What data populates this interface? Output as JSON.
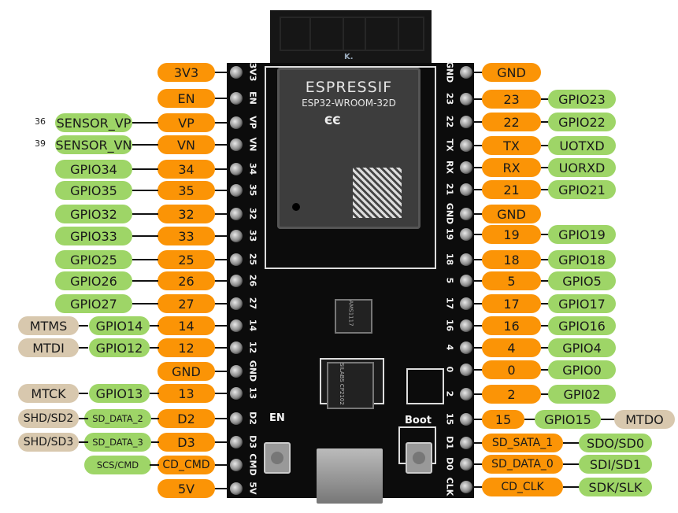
{
  "board": {
    "module_brand": "ESPRESSIF",
    "module_model": "ESP32-WROOM-32D",
    "antenna_mark": "K.",
    "regulator_text": "AMS1117",
    "usb_chip_text": "SILABS CP2102",
    "en_button_label": "EN",
    "boot_button_label": "Boot"
  },
  "left_pins": [
    {
      "silk": "3V3",
      "pin": "3V3",
      "func": null,
      "alt": null,
      "num": null
    },
    {
      "silk": "EN",
      "pin": "EN",
      "func": null,
      "alt": null,
      "num": null
    },
    {
      "silk": "VP",
      "pin": "VP",
      "func": "SENSOR_VP",
      "alt": null,
      "num": "36"
    },
    {
      "silk": "VN",
      "pin": "VN",
      "func": "SENSOR_VN",
      "alt": null,
      "num": "39"
    },
    {
      "silk": "34",
      "pin": "34",
      "func": "GPIO34",
      "alt": null,
      "num": null
    },
    {
      "silk": "35",
      "pin": "35",
      "func": "GPIO35",
      "alt": null,
      "num": null
    },
    {
      "silk": "32",
      "pin": "32",
      "func": "GPIO32",
      "alt": null,
      "num": null
    },
    {
      "silk": "33",
      "pin": "33",
      "func": "GPIO33",
      "alt": null,
      "num": null
    },
    {
      "silk": "25",
      "pin": "25",
      "func": "GPIO25",
      "alt": null,
      "num": null
    },
    {
      "silk": "26",
      "pin": "26",
      "func": "GPIO26",
      "alt": null,
      "num": null
    },
    {
      "silk": "27",
      "pin": "27",
      "func": "GPIO27",
      "alt": null,
      "num": null
    },
    {
      "silk": "14",
      "pin": "14",
      "func": "GPIO14",
      "alt": "MTMS",
      "num": null
    },
    {
      "silk": "12",
      "pin": "12",
      "func": "GPIO12",
      "alt": "MTDI",
      "num": null
    },
    {
      "silk": "GND",
      "pin": "GND",
      "func": null,
      "alt": null,
      "num": null
    },
    {
      "silk": "13",
      "pin": "13",
      "func": "GPIO13",
      "alt": "MTCK",
      "num": null
    },
    {
      "silk": "D2",
      "pin": "D2",
      "func": "SD_DATA_2",
      "alt": "SHD/SD2",
      "num": null
    },
    {
      "silk": "D3",
      "pin": "D3",
      "func": "SD_DATA_3",
      "alt": "SHD/SD3",
      "num": null
    },
    {
      "silk": "CMD",
      "pin": "CD_CMD",
      "func": "SCS/CMD",
      "alt": null,
      "num": null
    },
    {
      "silk": "5V",
      "pin": "5V",
      "func": null,
      "alt": null,
      "num": null
    }
  ],
  "right_pins": [
    {
      "silk": "GND",
      "pin": "GND",
      "func": null,
      "alt": null
    },
    {
      "silk": "23",
      "pin": "23",
      "func": "GPIO23",
      "alt": null
    },
    {
      "silk": "22",
      "pin": "22",
      "func": "GPIO22",
      "alt": null
    },
    {
      "silk": "TX",
      "pin": "TX",
      "func": "UOTXD",
      "alt": null
    },
    {
      "silk": "RX",
      "pin": "RX",
      "func": "UORXD",
      "alt": null
    },
    {
      "silk": "21",
      "pin": "21",
      "func": "GPIO21",
      "alt": null
    },
    {
      "silk": "GND",
      "pin": "GND",
      "func": null,
      "alt": null
    },
    {
      "silk": "19",
      "pin": "19",
      "func": "GPIO19",
      "alt": null
    },
    {
      "silk": "18",
      "pin": "18",
      "func": "GPIO18",
      "alt": null
    },
    {
      "silk": "5",
      "pin": "5",
      "func": "GPIO5",
      "alt": null
    },
    {
      "silk": "17",
      "pin": "17",
      "func": "GPIO17",
      "alt": null
    },
    {
      "silk": "16",
      "pin": "16",
      "func": "GPIO16",
      "alt": null
    },
    {
      "silk": "4",
      "pin": "4",
      "func": "GPIO4",
      "alt": null
    },
    {
      "silk": "0",
      "pin": "0",
      "func": "GPIO0",
      "alt": null
    },
    {
      "silk": "2",
      "pin": "2",
      "func": "GPI02",
      "alt": null
    },
    {
      "silk": "15",
      "pin": "15",
      "func": "GPIO15",
      "alt": "MTDO"
    },
    {
      "silk": "D1",
      "pin": "SD_SATA_1",
      "func": "SDO/SD0",
      "alt": null
    },
    {
      "silk": "D0",
      "pin": "SD_DATA_0",
      "func": "SDI/SD1",
      "alt": null
    },
    {
      "silk": "CLK",
      "pin": "CD_CLK",
      "func": "SDK/SLK",
      "alt": null
    }
  ],
  "colors": {
    "power_pin": "#fb9406",
    "gpio": "#9ed567",
    "alt_function": "#d8c8ae",
    "board": "#0c0c0c"
  }
}
